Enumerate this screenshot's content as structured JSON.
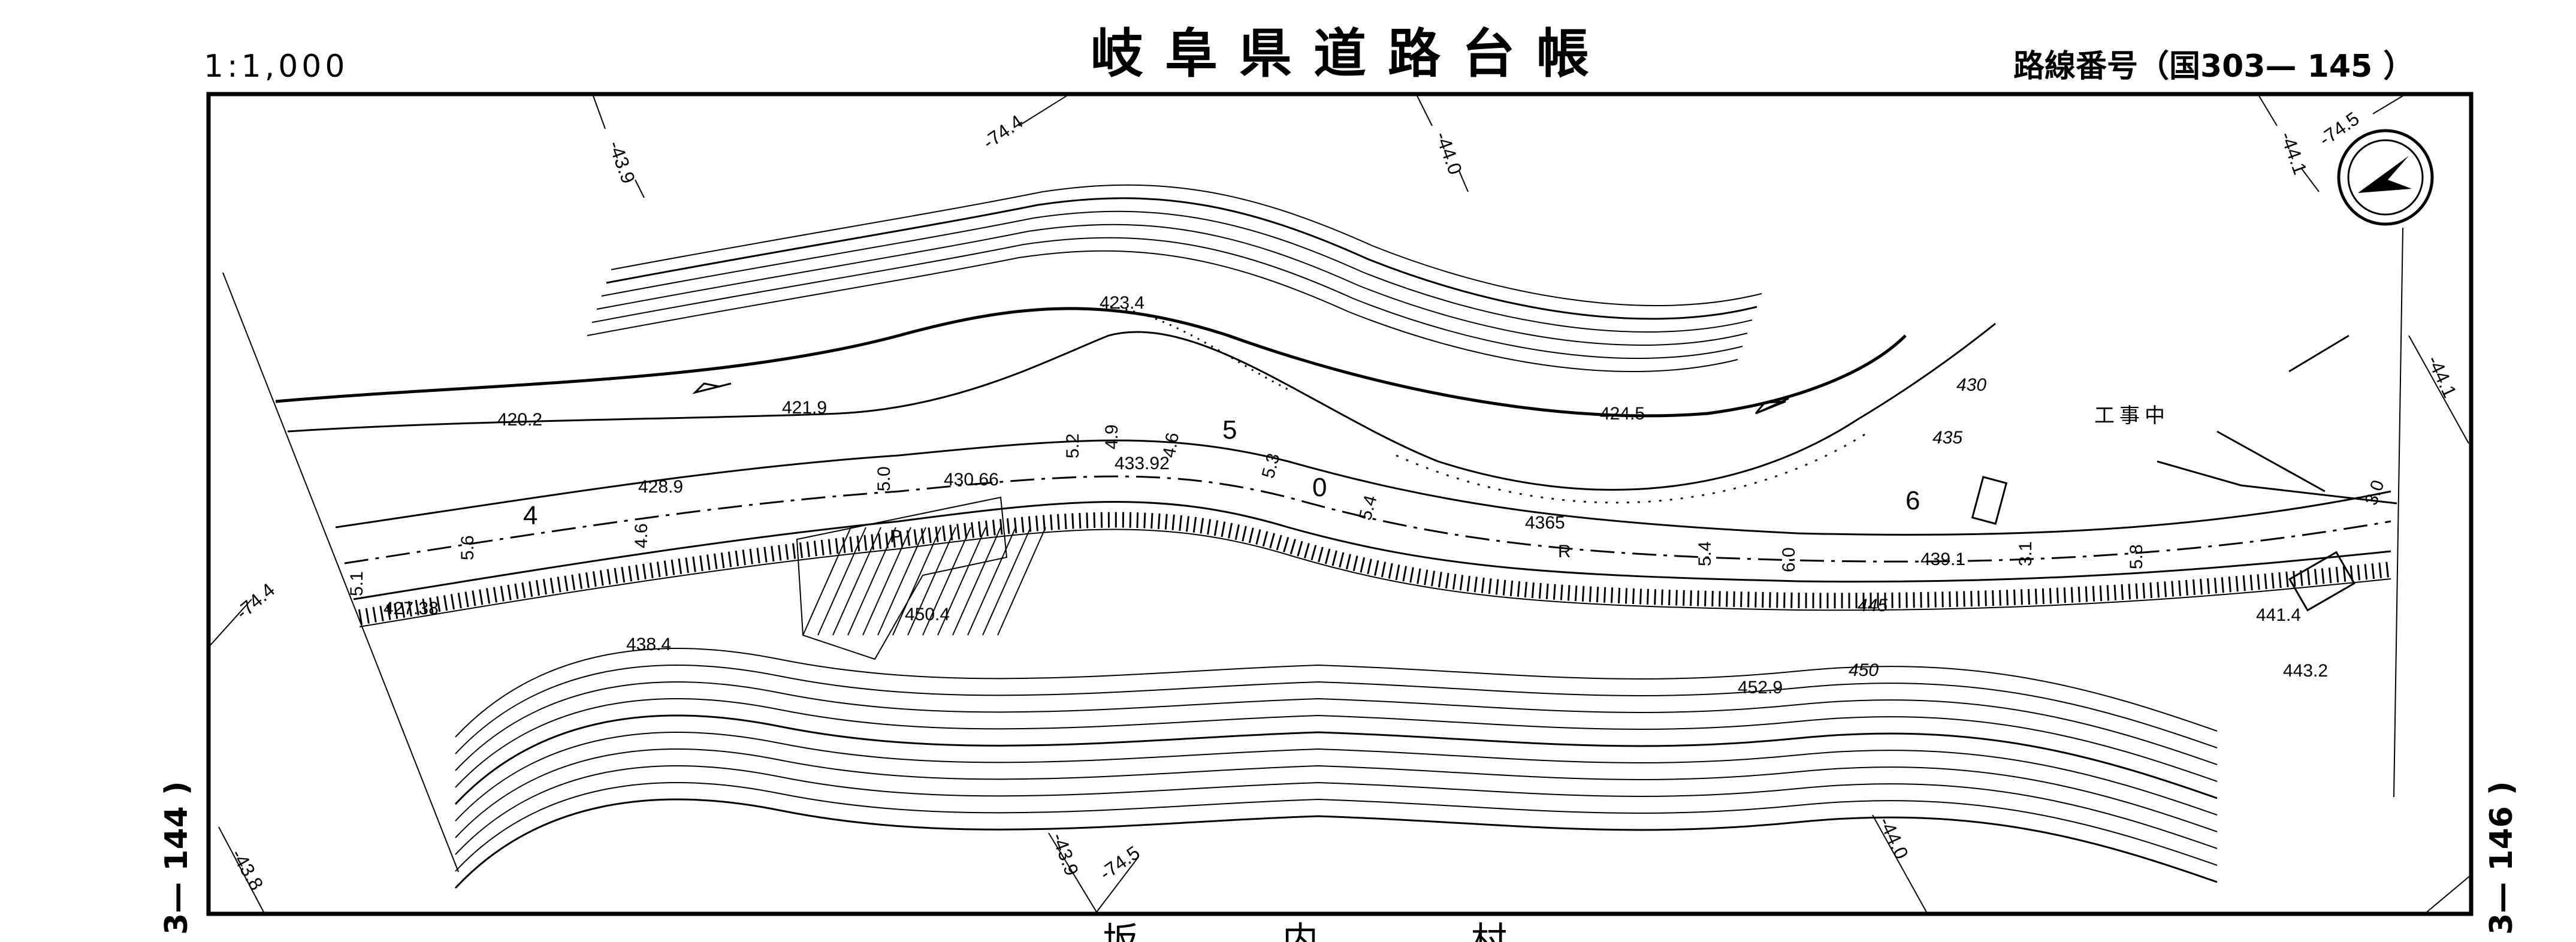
{
  "header": {
    "scale": "1:1,000",
    "title": "岐阜県道路台帳",
    "route_number": "路線番号（国303—  145 ）"
  },
  "side_labels": {
    "left_sheet": "3— 144 )",
    "right_sheet": "3— 146 )"
  },
  "footer": {
    "place_name": [
      "坂",
      "内",
      "村"
    ]
  },
  "grid_labels": [
    "-43.9",
    "-74.4",
    "-44.0",
    "-44.1",
    "-74.5",
    "-44.1",
    "-74.4",
    "-43.8",
    "-43.9",
    "-74.5",
    "-44.0"
  ],
  "elevations": [
    "423.4",
    "420.2",
    "421.9",
    "424.5",
    "430",
    "435",
    "428.9",
    "430.66",
    "433.92",
    "4365",
    "439.1",
    "427.38",
    "450.4",
    "438.4",
    "445",
    "441.4",
    "450",
    "452.9",
    "443.2"
  ],
  "station_numbers": [
    "4",
    "5",
    "6",
    "0"
  ],
  "road_widths": [
    "5.1",
    "5.6",
    "4.6",
    "5.0",
    "5.2",
    "4.9",
    "4.6",
    "5.3",
    "5.4",
    "5.4",
    "6.0",
    "3.1",
    "5.8",
    "3.0"
  ],
  "annotations": {
    "construction": "工事中",
    "symbol_p": "P",
    "symbol_r": "R"
  },
  "icons": [
    "north-arrow-icon",
    "river-flow-arrow-icon"
  ]
}
